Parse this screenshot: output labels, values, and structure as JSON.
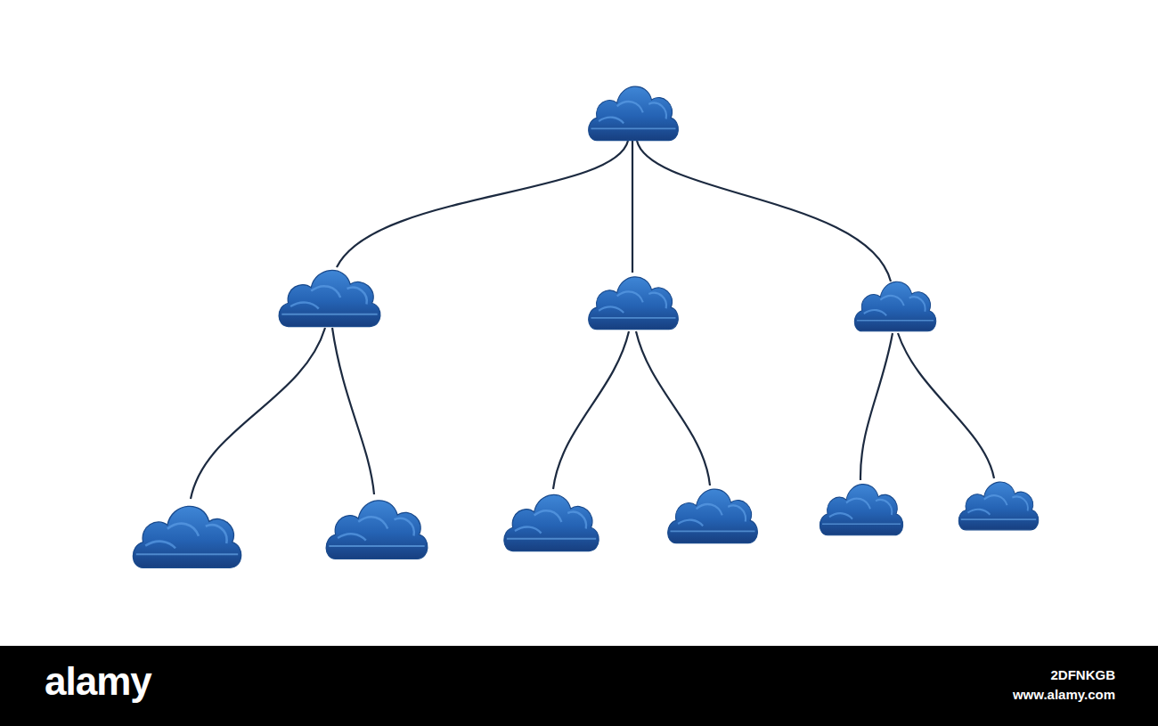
{
  "diagram": {
    "labels": [
      "alamy",
      "2DFNKGB",
      "www.alamy.com"
    ]
  }
}
